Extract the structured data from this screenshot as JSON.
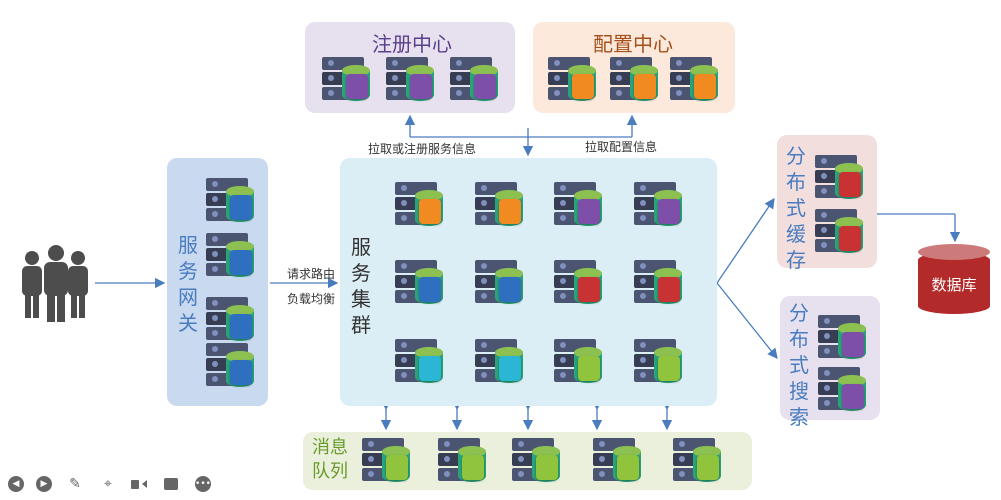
{
  "registry": {
    "title": "注册中心",
    "bg": "#e7e1ef",
    "title_color": "#5b3f8a",
    "core_color": "#7d4fa8"
  },
  "config": {
    "title": "配置中心",
    "bg": "#fce9dc",
    "title_color": "#a5501a",
    "core_color": "#f28a22"
  },
  "pull_register_label": "拉取或注册服务信息",
  "pull_config_label": "拉取配置信息",
  "gateway": {
    "title": "服务网关",
    "bg": "#c9daf0",
    "core_color": "#2f6fc0"
  },
  "routing_labels": [
    "请求路由",
    "负载均衡"
  ],
  "cluster": {
    "title": "服务集群",
    "bg": "#dbeef5",
    "rows": [
      [
        "#f28a22",
        "#f28a22",
        "#7d4fa8",
        "#7d4fa8"
      ],
      [
        "#2f6fc0",
        "#2f6fc0",
        "#c83232",
        "#c83232"
      ],
      [
        "#2bb6d6",
        "#2bb6d6",
        "#8fc43c",
        "#8fc43c"
      ]
    ]
  },
  "cache": {
    "title": "分布式缓存",
    "bg": "#f3dede",
    "core_color": "#c83232"
  },
  "search": {
    "title": "分布式搜索",
    "bg": "#e7e1ef",
    "core_color": "#7d4fa8"
  },
  "database": {
    "label": "数据库",
    "color": "#b22a2a"
  },
  "mq": {
    "title": "消息队列",
    "bg": "#eaf0dc",
    "title_color": "#6a9a2a",
    "core_color": "#8fc43c"
  },
  "colors": {
    "arrow": "#4a7cc0",
    "mesh": "#9cc45a"
  },
  "toolbar": [
    "previous-icon",
    "next-icon",
    "pen-icon",
    "screenshot-icon",
    "video-icon",
    "comment-icon",
    "more-icon"
  ]
}
